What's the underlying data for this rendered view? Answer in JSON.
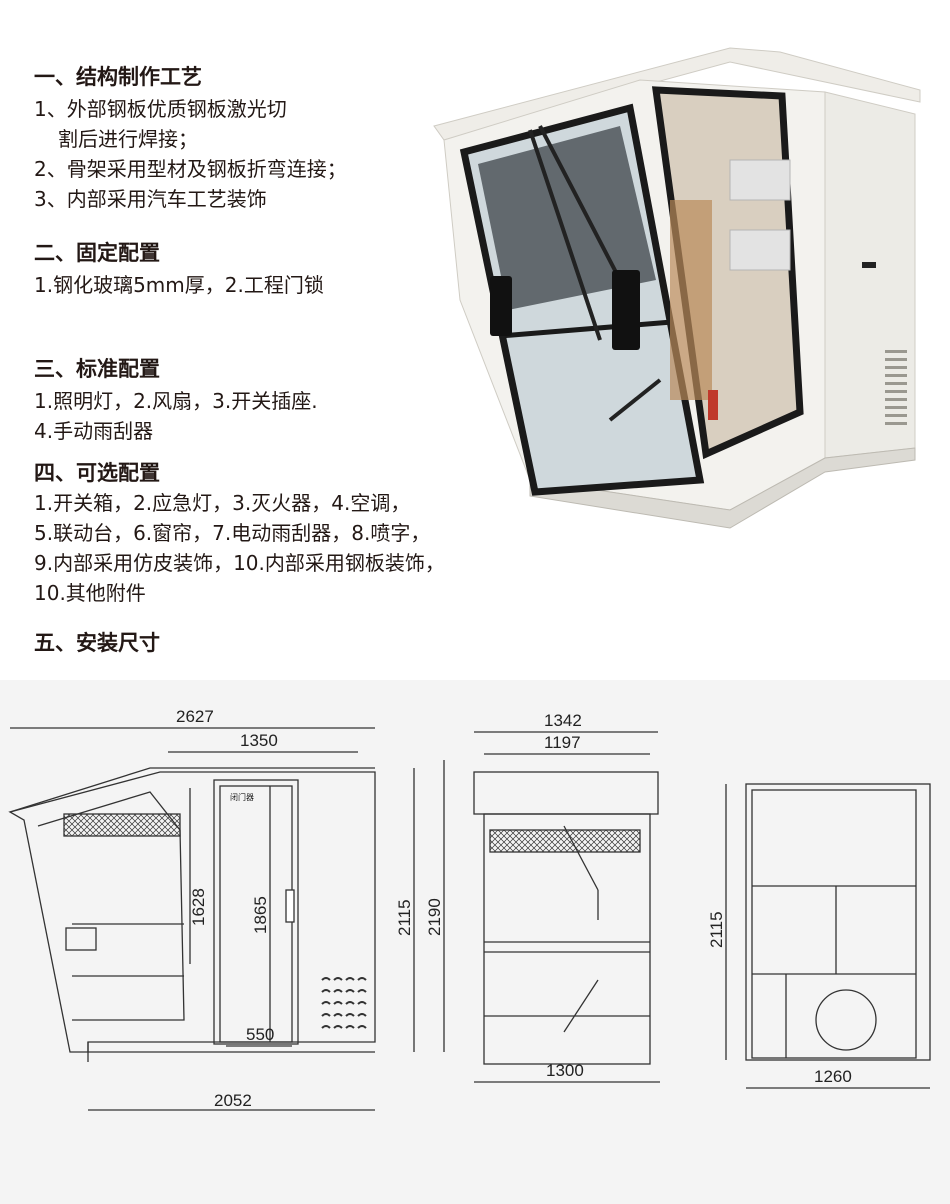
{
  "sections": {
    "structure": {
      "heading": "一、结构制作工艺",
      "lines": [
        "1、外部钢板优质钢板激光切",
        "割后进行焊接；",
        "2、骨架采用型材及钢板折弯连接；",
        "3、内部采用汽车工艺装饰"
      ]
    },
    "fixed": {
      "heading": "二、固定配置",
      "lines": [
        "1.钢化玻璃5mm厚，2.工程门锁"
      ]
    },
    "standard": {
      "heading": "三、标准配置",
      "lines": [
        "1.照明灯，2.风扇，3.开关插座.",
        "4.手动雨刮器"
      ]
    },
    "optional": {
      "heading": "四、可选配置",
      "lines": [
        "1.开关箱，2.应急灯，3.灭火器，4.空调，",
        "5.联动台，6.窗帘，7.电动雨刮器，8.喷字，",
        "9.内部采用仿皮装饰，10.内部采用钢板装饰，",
        "10.其他附件"
      ]
    },
    "install": {
      "heading": "五、安装尺寸"
    }
  },
  "drawings": {
    "side": {
      "overall_width": "2627",
      "door_offset": "1350",
      "window_height": "1628",
      "door_height": "1865",
      "door_width": "550",
      "height_inner": "2115",
      "height_outer": "2190",
      "base_length": "2052",
      "door_lock_label": "闭门器"
    },
    "front": {
      "overall_width": "1342",
      "inner_width": "1197",
      "base_width": "1300"
    },
    "back": {
      "height": "2115",
      "base_width": "1260"
    }
  }
}
